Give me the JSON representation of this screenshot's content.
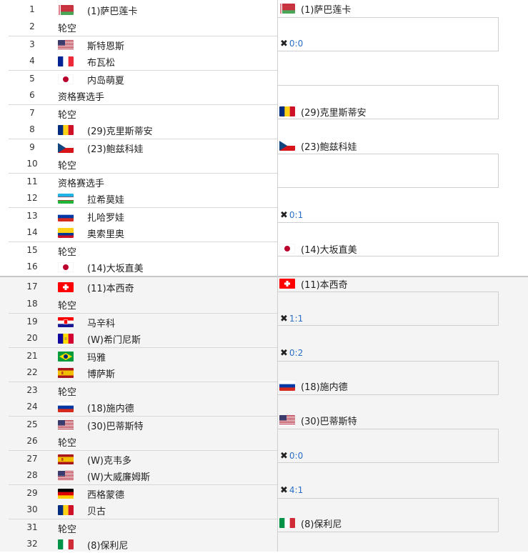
{
  "left_entries": [
    {
      "seed": "1",
      "flag": "by",
      "name": "(1)萨巴莲卡"
    },
    {
      "seed": "2",
      "flag": "",
      "name": "轮空"
    },
    {
      "seed": "3",
      "flag": "us",
      "name": "斯特恩斯"
    },
    {
      "seed": "4",
      "flag": "fr",
      "name": "布瓦松"
    },
    {
      "seed": "5",
      "flag": "jp",
      "name": "内岛萌夏"
    },
    {
      "seed": "6",
      "flag": "",
      "name": "资格赛选手"
    },
    {
      "seed": "7",
      "flag": "",
      "name": "轮空"
    },
    {
      "seed": "8",
      "flag": "ro",
      "name": "(29)克里斯蒂安"
    },
    {
      "seed": "9",
      "flag": "cz",
      "name": "(23)鲍兹科娃"
    },
    {
      "seed": "10",
      "flag": "",
      "name": "轮空"
    },
    {
      "seed": "11",
      "flag": "",
      "name": "资格赛选手"
    },
    {
      "seed": "12",
      "flag": "uz",
      "name": "拉希莫娃"
    },
    {
      "seed": "13",
      "flag": "ru",
      "name": "扎哈罗娃"
    },
    {
      "seed": "14",
      "flag": "co",
      "name": "奥索里奥"
    },
    {
      "seed": "15",
      "flag": "",
      "name": "轮空"
    },
    {
      "seed": "16",
      "flag": "jp",
      "name": "(14)大坂直美"
    },
    {
      "seed": "17",
      "flag": "ch",
      "name": "(11)本西奇"
    },
    {
      "seed": "18",
      "flag": "",
      "name": "轮空"
    },
    {
      "seed": "19",
      "flag": "hr",
      "name": "马辛科"
    },
    {
      "seed": "20",
      "flag": "ad",
      "name": "(W)希门尼斯"
    },
    {
      "seed": "21",
      "flag": "br",
      "name": "玛雅"
    },
    {
      "seed": "22",
      "flag": "es",
      "name": "博萨斯"
    },
    {
      "seed": "23",
      "flag": "",
      "name": "轮空"
    },
    {
      "seed": "24",
      "flag": "ru",
      "name": "(18)施内德"
    },
    {
      "seed": "25",
      "flag": "us",
      "name": "(30)巴蒂斯特"
    },
    {
      "seed": "26",
      "flag": "",
      "name": "轮空"
    },
    {
      "seed": "27",
      "flag": "es",
      "name": "(W)克韦多"
    },
    {
      "seed": "28",
      "flag": "us",
      "name": "(W)大威廉姆斯"
    },
    {
      "seed": "29",
      "flag": "de",
      "name": "西格蒙德"
    },
    {
      "seed": "30",
      "flag": "ro",
      "name": "贝古"
    },
    {
      "seed": "31",
      "flag": "",
      "name": "轮空"
    },
    {
      "seed": "32",
      "flag": "it",
      "name": "(8)保利尼"
    }
  ],
  "round2": [
    {
      "type": "player",
      "flag": "by",
      "name": "(1)萨巴莲卡"
    },
    {
      "type": "score",
      "text": "0:0"
    },
    {
      "type": "player",
      "flag": "ro",
      "name": "(29)克里斯蒂安"
    },
    {
      "type": "player",
      "flag": "cz",
      "name": "(23)鲍兹科娃"
    },
    {
      "type": "score",
      "text": "0:1"
    },
    {
      "type": "player",
      "flag": "jp",
      "name": "(14)大坂直美"
    },
    {
      "type": "player",
      "flag": "ch",
      "name": "(11)本西奇"
    },
    {
      "type": "score",
      "text": "1:1"
    },
    {
      "type": "score",
      "text": "0:2"
    },
    {
      "type": "player",
      "flag": "ru",
      "name": "(18)施内德"
    },
    {
      "type": "player",
      "flag": "us",
      "name": "(30)巴蒂斯特"
    },
    {
      "type": "score",
      "text": "0:0"
    },
    {
      "type": "score",
      "text": "4:1"
    },
    {
      "type": "player",
      "flag": "it",
      "name": "(8)保利尼"
    }
  ]
}
